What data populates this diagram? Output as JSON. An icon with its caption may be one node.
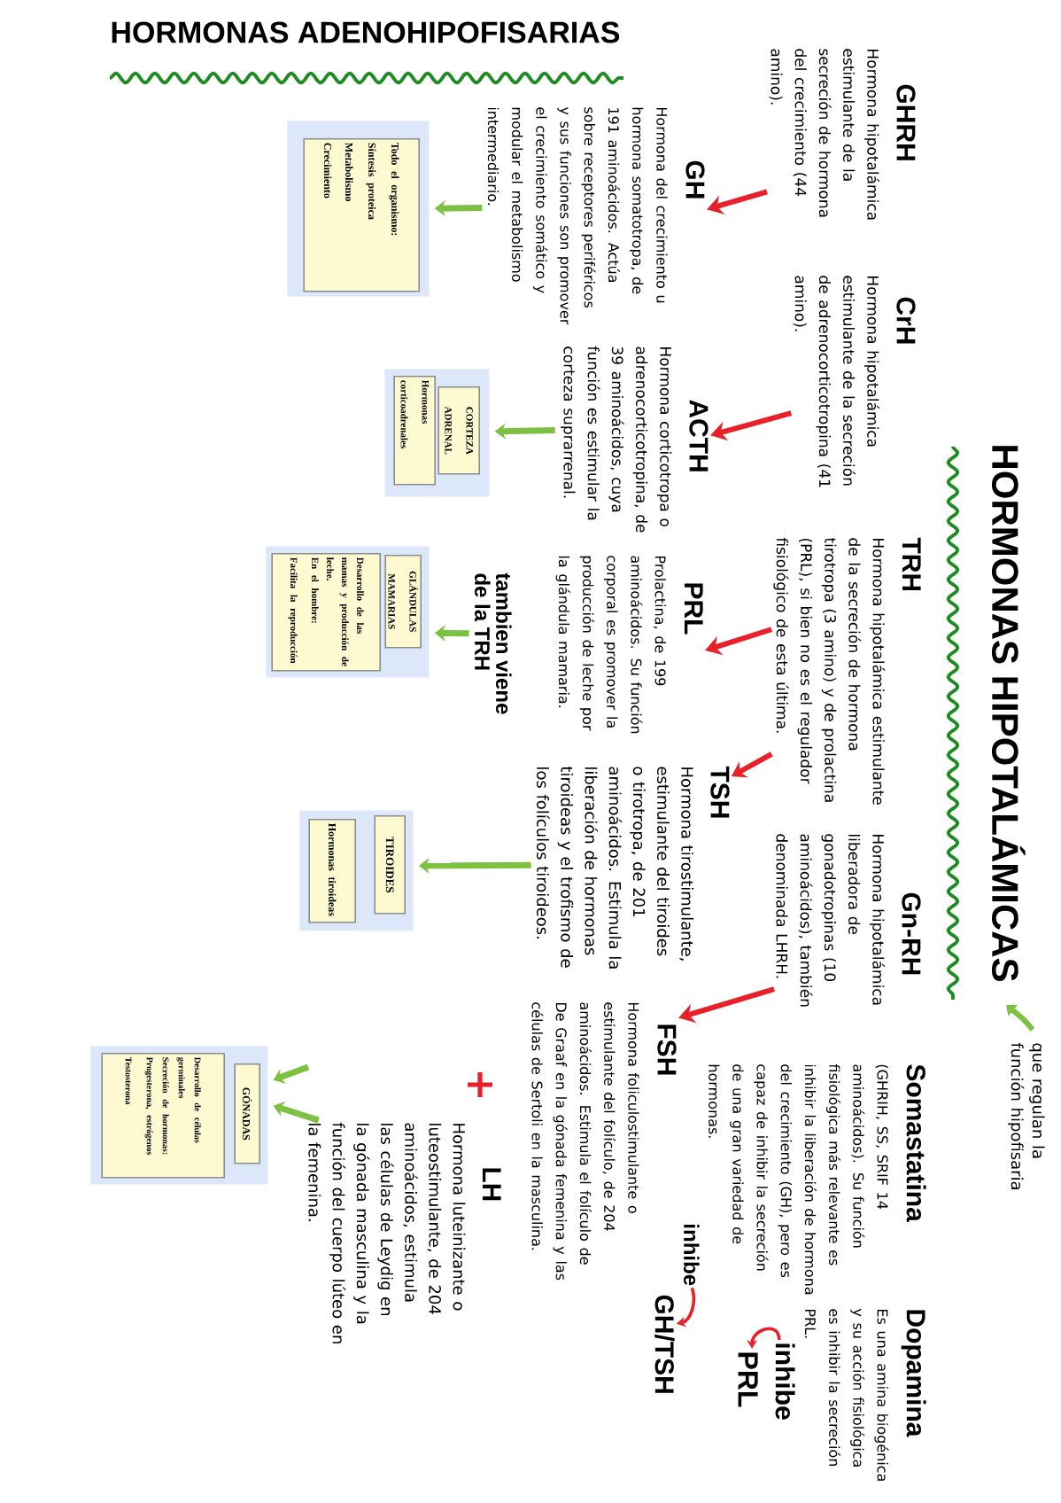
{
  "diagram": {
    "title": "HORMONAS ADENOHIPOFISARIAS",
    "nodes": [
      {
        "text": [
          "GHRH",
          "Hormona hipotalámica estimulante de la secreción de hormona del crecimiento (44 amino)."
        ]
      },
      {
        "text": [
          "CrH",
          "Hormona hipotalámica estimulante de la secreción de adrenocorticotropina (41 amino)."
        ]
      },
      {
        "text": [
          "TRH",
          "Hormona hipotalámica estimulante de la secreción de hormona tirotropa (3 amino) y de prolactina (PRL), si bien no es el regulador fisiológico de esta última."
        ]
      },
      {
        "text": [
          "Gn-RH",
          "Hormona hipotalámica liberadora de gonadotropinas (10 aminoácidos), también denominada LHRH."
        ]
      },
      {
        "text": [
          "Somastatina",
          "(GHRIH, SS, SRIF 14 aminoácidos). Su función fisiológica más relevante es inhibir la liberación de hormona del crecimiento (GH), pero es capaz de inhibir la secreción de una gran variedad de hormonas."
        ]
      },
      {
        "text": [
          "inhibe"
        ]
      },
      {
        "text": [
          "GH/TSH"
        ]
      },
      {
        "text": [
          "Dopamina",
          "Es una amina biogénica y su acción fisiológica es inhibir la secreción PRL."
        ]
      },
      {
        "text": [
          "inhibe"
        ]
      },
      {
        "text": [
          "PRL"
        ]
      },
      {
        "text": [
          "GH",
          "Hormona del crecimiento u hormona somatotropa, de 191 aminoácidos. Actúa sobre receptores periféricos y sus funciones son promover el crecimiento somático y modular el metabolismo intermediario."
        ]
      },
      {
        "text": [],
        "shape": "box"
      },
      {
        "text": [
          "Todo el organismo:",
          "Síntesis proteica",
          "Metabolismo",
          "Crecimiento"
        ],
        "in": 11
      },
      {
        "text": [
          "ACTH",
          "Hormona corticotropa o adrenocorticotropina, de 39 aminoácidos, cuya función es estimular la corteza suprarrenal."
        ]
      },
      {
        "text": [],
        "shape": "box"
      },
      {
        "text": [
          "CORTEZA ADRENAL"
        ],
        "in": 14
      },
      {
        "text": [
          "Hormonas corticoadrenales"
        ],
        "in": 14
      },
      {
        "text": [
          "PRL",
          "Prolactina, de 199 aminoácidos. Su función corporal es promover la producción de leche por la glándula mamaria."
        ],
        "beside": [
          "tambien viene de la TRH"
        ]
      },
      {
        "text": [],
        "shape": "box"
      },
      {
        "text": [
          "GLÁNDULAS MAMARIAS"
        ],
        "in": 18
      },
      {
        "text": [
          "Desarrollo de las mamas y producción de leche.",
          "En el hombre:",
          "Facilita la reproducción"
        ],
        "in": 18
      },
      {
        "text": [
          "TSH",
          "Hormona tirostimulante, estimulante del tiroides o tirotropa, de 201 aminoácidos. Estimula la liberación de hormonas tiroideas y el trofismo de los folículos tiroideos."
        ]
      },
      {
        "text": [],
        "shape": "box"
      },
      {
        "text": [
          "TIROIDES"
        ],
        "in": 22
      },
      {
        "text": [
          "Hormonas tiroideas"
        ],
        "in": 22
      },
      {
        "text": [
          "FSH",
          "Hormona foliculostimulante o estimulante del folículo, de 204 aminoácidos. Estimula el folículo de De Graaf en la gónada femenina y las células de Sertoli en la masculina."
        ]
      },
      {
        "text": [
          "LH",
          "Hormona luteinizante o luteostimulante, de 204 aminoácidos, estimula las células de Leydig en la gónada masculina y la función del cuerpo lúteo en la femenina."
        ]
      },
      {
        "text": [],
        "shape": "box"
      },
      {
        "text": [
          "GÓNADAS"
        ],
        "in": 27
      },
      {
        "text": [
          "Desarrollo de células germinales",
          "Secreción de hormonas:",
          "Progesterona, estrógenos",
          "Testosterona"
        ],
        "in": 27
      }
    ],
    "edges": [
      {
        "from": 0,
        "to": 10,
        "arrow": "to"
      },
      {
        "from": 1,
        "to": 13,
        "arrow": "to"
      },
      {
        "from": 2,
        "to": 17,
        "arrow": "to"
      },
      {
        "from": 2,
        "to": 21,
        "arrow": "to"
      },
      {
        "from": 3,
        "to": 25,
        "arrow": "to"
      },
      {
        "from": 5,
        "to": 6,
        "arrow": "to"
      },
      {
        "from": 8,
        "to": 9,
        "arrow": "to"
      },
      {
        "from": 10,
        "to": 11,
        "arrow": "to",
        "color": "#7cc142"
      },
      {
        "from": 13,
        "to": 14,
        "arrow": "to",
        "color": "#7cc142"
      },
      {
        "from": 17,
        "to": 18,
        "arrow": "to",
        "color": "#7cc142"
      },
      {
        "from": 21,
        "to": 22,
        "arrow": "to",
        "color": "#7cc142"
      },
      {
        "from": null,
        "to": 27,
        "arrow": "to",
        "color": "#7cc142"
      },
      {
        "from": 26,
        "to": 27,
        "arrow": "to",
        "color": "#7cc142"
      }
    ],
    "labels": [
      "HORMONAS HIPOTALÁMICAS",
      "que regulan la función hipofisaria"
    ]
  }
}
